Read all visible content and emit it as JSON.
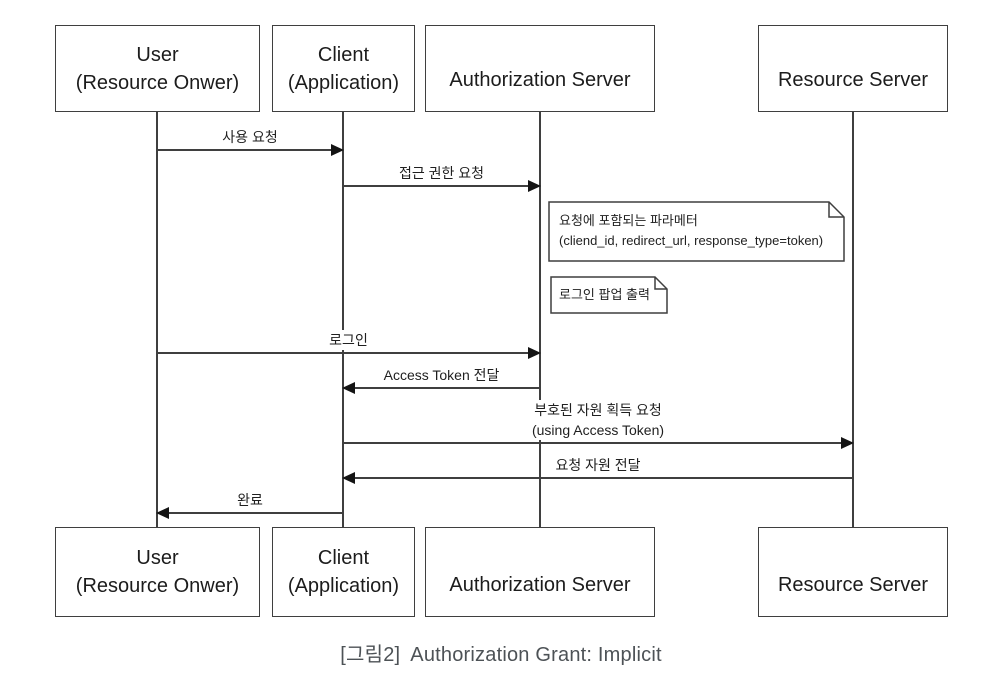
{
  "diagram": {
    "actors": {
      "user": {
        "line1": "User",
        "line2": "(Resource Onwer)"
      },
      "client": {
        "line1": "Client",
        "line2": "(Application)"
      },
      "auth": {
        "line1": "Authorization Server"
      },
      "resource": {
        "line1": "Resource Server"
      }
    },
    "messages": [
      {
        "label": "사용 요청",
        "from": "user",
        "to": "client"
      },
      {
        "label": "접근 권한 요청",
        "from": "client",
        "to": "auth"
      },
      {
        "label": "로그인",
        "from": "user",
        "to": "auth"
      },
      {
        "label": "Access Token 전달",
        "from": "auth",
        "to": "client"
      },
      {
        "label": "부호된 자원 획득 요청",
        "label2": "(using Access Token)",
        "from": "client",
        "to": "resource"
      },
      {
        "label": "요청 자원 전달",
        "from": "resource",
        "to": "client"
      },
      {
        "label": "완료",
        "from": "client",
        "to": "user"
      }
    ],
    "notes": [
      {
        "line1": "요청에 포함되는 파라메터",
        "line2": "(cliend_id, redirect_url, response_type=token)"
      },
      {
        "line1": "로그인 팝업 출력"
      }
    ],
    "caption": {
      "prefix": "[그림2]",
      "title": "Authorization Grant: Implicit"
    },
    "colors": {
      "line": "#3f3f3f",
      "arrowhead": "#141414",
      "text": "#1f1f1f",
      "caption": "#4d5256",
      "background": "#ffffff"
    }
  }
}
